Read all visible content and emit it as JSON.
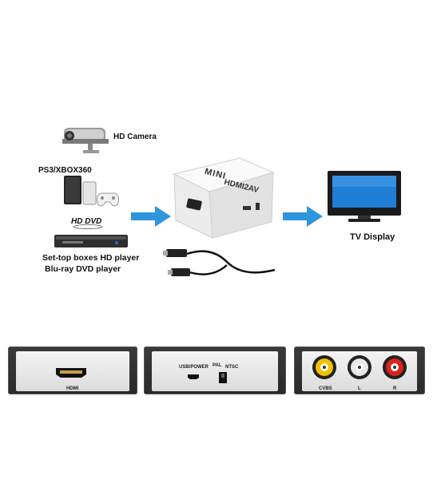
{
  "labels": {
    "hd_camera": "HD Camera",
    "ps3_xbox": "PS3/XBOX360",
    "hd_dvd_logo": "HD DVD",
    "settop_line1": "Set-top boxes HD player",
    "settop_line2": "Blu-ray DVD player",
    "tv_display": "TV Display"
  },
  "device": {
    "brand": "MINI",
    "model": "HDMI2AV"
  },
  "panels": {
    "hdmi": {
      "label": "HDMI"
    },
    "power": {
      "usb_label": "USB/POWER",
      "pal_label": "PAL",
      "ntsc_label": "NTSC"
    },
    "av": {
      "cvbs_label": "CVBS",
      "l_label": "L",
      "r_label": "R"
    }
  },
  "colors": {
    "arrow": "#2f96dd",
    "tv_screen": "#1f7fd6",
    "rca_yellow": "#f2c200",
    "rca_white": "#e8e8e8",
    "rca_red": "#d9231c"
  }
}
